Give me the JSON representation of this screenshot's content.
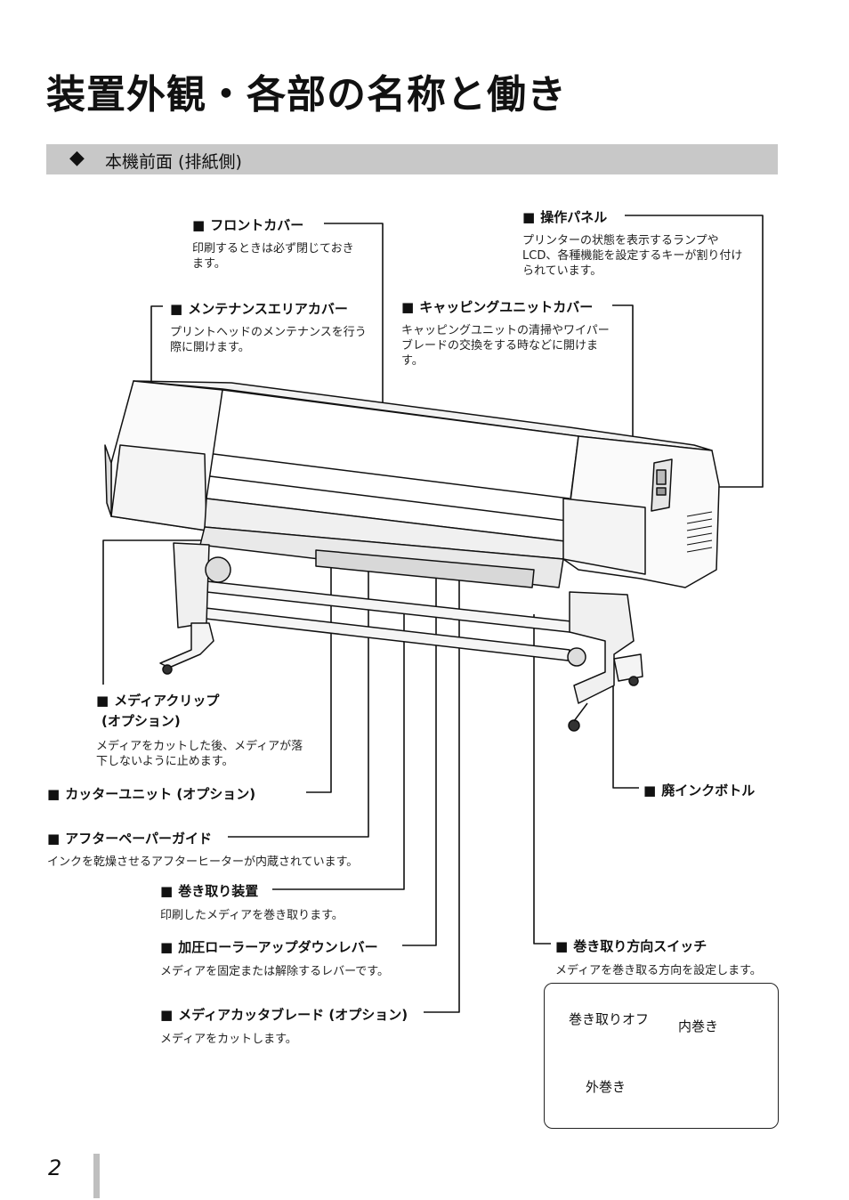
{
  "page": {
    "title": "装置外観・各部の名称と働き",
    "number": "2"
  },
  "section": {
    "label": "本機前面 (排紙側)"
  },
  "callouts": {
    "front_cover": {
      "title": "フロントカバー",
      "desc": "印刷するときは必ず閉じておきます。"
    },
    "control_panel": {
      "title": "操作パネル",
      "desc": "プリンターの状態を表示するランプやLCD、各種機能を設定するキーが割り付けられています。"
    },
    "maintenance_cover": {
      "title": "メンテナンスエリアカバー",
      "desc": "プリントヘッドのメンテナンスを行う際に開けます。"
    },
    "capping_cover": {
      "title": "キャッピングユニットカバー",
      "desc": "キャッピングユニットの清掃やワイパーブレードの交換をする時などに開けます。"
    },
    "media_clip": {
      "title": "メディアクリップ",
      "title2": "(オプション)",
      "desc": "メディアをカットした後、メディアが落下しないように止めます。"
    },
    "cutter_unit": {
      "title": "カッターユニット (オプション)"
    },
    "waste_ink": {
      "title": "廃インクボトル"
    },
    "after_paper_guide": {
      "title": "アフターペーパーガイド",
      "desc": "インクを乾燥させるアフターヒーターが内蔵されています。"
    },
    "take_up": {
      "title": "巻き取り装置",
      "desc": "印刷したメディアを巻き取ります。"
    },
    "pressure_lever": {
      "title": "加圧ローラーアップダウンレバー",
      "desc": "メディアを固定または解除するレバーです。"
    },
    "direction_switch": {
      "title": "巻き取り方向スイッチ",
      "desc": "メディアを巻き取る方向を設定します。"
    },
    "cutter_blade": {
      "title": "メディアカッタブレード (オプション)",
      "desc": "メディアをカットします。"
    }
  },
  "inset": {
    "off": "巻き取りオフ",
    "inner": "内巻き",
    "outer": "外巻き"
  },
  "marker": "■",
  "section_marker": "◆"
}
